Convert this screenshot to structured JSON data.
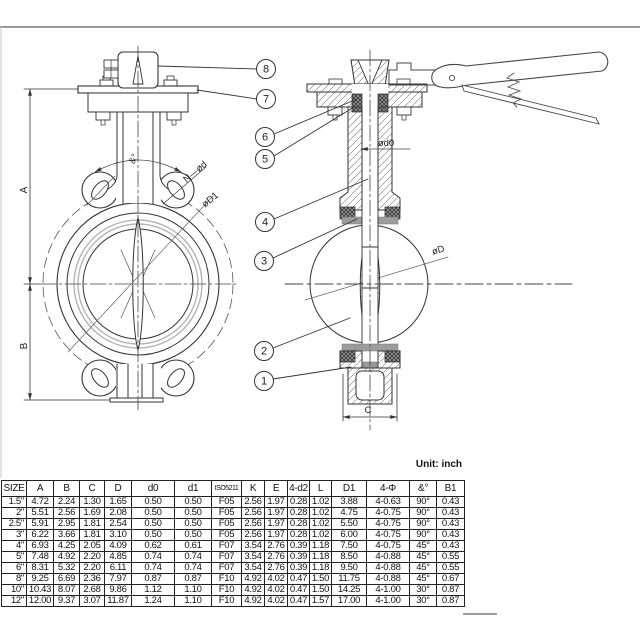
{
  "unit_label": "Unit: inch",
  "drawing": {
    "labels": {
      "dim_a": "A",
      "dim_b": "B",
      "dim_c": "C",
      "angle": "&°",
      "n_phi_d": "N—ød",
      "phi_d1": "øD1",
      "phi_d0": "ød0",
      "phi_d": "øD"
    },
    "balloons": [
      {
        "label": "1"
      },
      {
        "label": "2"
      },
      {
        "label": "3"
      },
      {
        "label": "4"
      },
      {
        "label": "5"
      },
      {
        "label": "6"
      },
      {
        "label": "7"
      },
      {
        "label": "8"
      }
    ]
  },
  "table": {
    "headers": [
      "SIZE",
      "A",
      "B",
      "C",
      "D",
      "d0",
      "d1",
      "ISO5211",
      "K",
      "E",
      "4-d2",
      "L",
      "D1",
      "4-Φ",
      "&°",
      "B1"
    ],
    "rows": [
      [
        "1.5\"",
        "4.72",
        "2.24",
        "1.30",
        "1.65",
        "0.50",
        "0.50",
        "F05",
        "2.56",
        "1.97",
        "0.28",
        "1.02",
        "3.88",
        "4-0.63",
        "90°",
        "0.43"
      ],
      [
        "2\"",
        "5.51",
        "2.56",
        "1.69",
        "2.08",
        "0.50",
        "0.50",
        "F05",
        "2.56",
        "1.97",
        "0.28",
        "1.02",
        "4.75",
        "4-0.75",
        "90°",
        "0.43"
      ],
      [
        "2.5\"",
        "5.91",
        "2.95",
        "1.81",
        "2.54",
        "0.50",
        "0.50",
        "F05",
        "2.56",
        "1.97",
        "0.28",
        "1.02",
        "5.50",
        "4-0.75",
        "90°",
        "0.43"
      ],
      [
        "3\"",
        "6.22",
        "3.66",
        "1.81",
        "3.10",
        "0.50",
        "0.50",
        "F05",
        "2.56",
        "1.97",
        "0.28",
        "1.02",
        "6.00",
        "4-0.75",
        "90°",
        "0.43"
      ],
      [
        "4\"",
        "6.93",
        "4.25",
        "2.05",
        "4.09",
        "0.62",
        "0.61",
        "F07",
        "3.54",
        "2.76",
        "0.39",
        "1.18",
        "7.50",
        "4-0.75",
        "45°",
        "0.43"
      ],
      [
        "5\"",
        "7.48",
        "4.92",
        "2.20",
        "4.85",
        "0.74",
        "0.74",
        "F07",
        "3.54",
        "2.76",
        "0.39",
        "1.18",
        "8.50",
        "4-0.88",
        "45°",
        "0.55"
      ],
      [
        "6\"",
        "8.31",
        "5.32",
        "2.20",
        "6.11",
        "0.74",
        "0.74",
        "F07",
        "3.54",
        "2.76",
        "0.39",
        "1.18",
        "9.50",
        "4-0.88",
        "45°",
        "0.55"
      ],
      [
        "8\"",
        "9.25",
        "6.69",
        "2.36",
        "7.97",
        "0.87",
        "0.87",
        "F10",
        "4.92",
        "4.02",
        "0.47",
        "1.50",
        "11.75",
        "4-0.88",
        "45°",
        "0.67"
      ],
      [
        "10\"",
        "10.43",
        "8.07",
        "2.68",
        "9.86",
        "1.12",
        "1.10",
        "F10",
        "4.92",
        "4.02",
        "0.47",
        "1.50",
        "14.25",
        "4-1.00",
        "30°",
        "0.87"
      ],
      [
        "12\"",
        "12.00",
        "9.37",
        "3.07",
        "11.87",
        "1.24",
        "1.10",
        "F10",
        "4.92",
        "4.02",
        "0.47",
        "1.57",
        "17.00",
        "4-1.00",
        "30°",
        "0.87"
      ]
    ]
  }
}
